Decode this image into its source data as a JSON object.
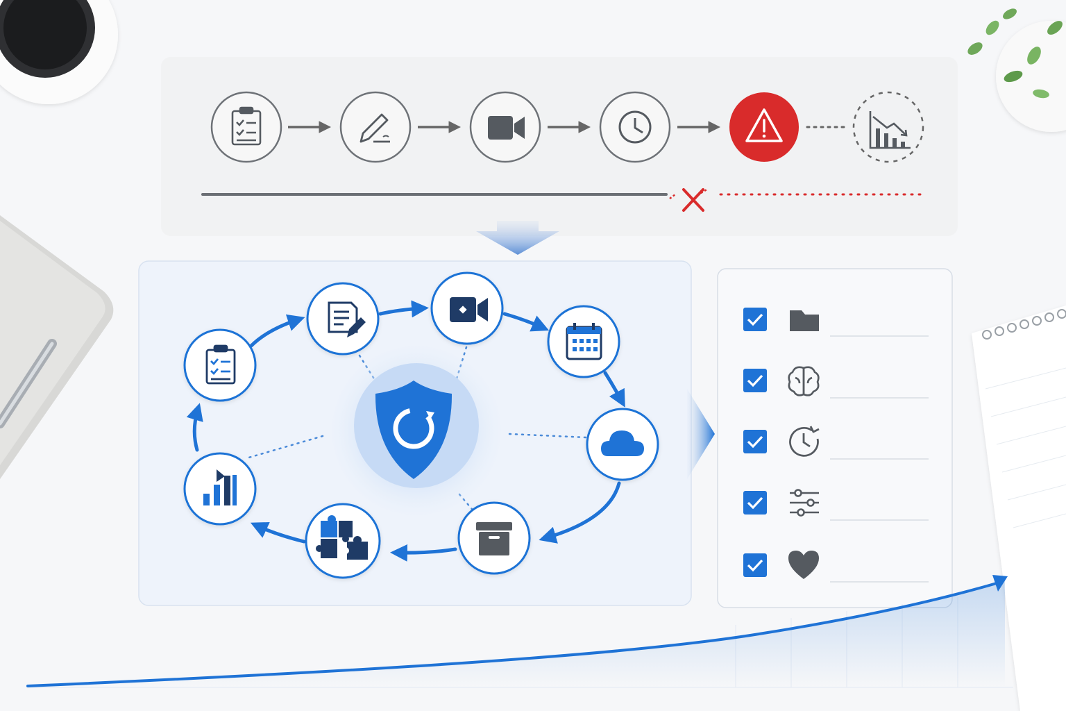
{
  "colors": {
    "primary_blue": "#1f73d6",
    "dark_navy": "#1f3b66",
    "warning_red": "#d92b2b",
    "gray_icon": "#555a60",
    "panel_bg": "#eef3fb",
    "check_blue": "#1f73d6"
  },
  "top_flow": {
    "steps": [
      {
        "icon": "clipboard-checklist-icon",
        "state": "done"
      },
      {
        "icon": "pencil-edit-icon",
        "state": "done"
      },
      {
        "icon": "video-camera-icon",
        "state": "done"
      },
      {
        "icon": "clock-icon",
        "state": "done"
      },
      {
        "icon": "warning-triangle-icon",
        "state": "alert"
      },
      {
        "icon": "declining-chart-icon",
        "state": "pending"
      }
    ],
    "progress_break_icon": "red-x-icon"
  },
  "cycle": {
    "center_icon": "shield-refresh-icon",
    "nodes": [
      {
        "icon": "clipboard-checklist-icon"
      },
      {
        "icon": "document-pencil-icon"
      },
      {
        "icon": "video-camera-icon"
      },
      {
        "icon": "calendar-icon"
      },
      {
        "icon": "cloud-icon"
      },
      {
        "icon": "archive-box-icon"
      },
      {
        "icon": "puzzle-pieces-icon"
      },
      {
        "icon": "bar-chart-icon"
      }
    ]
  },
  "checklist": {
    "items": [
      {
        "checked": true,
        "icon": "folder-icon"
      },
      {
        "checked": true,
        "icon": "brain-icon"
      },
      {
        "checked": true,
        "icon": "clock-refresh-icon"
      },
      {
        "checked": true,
        "icon": "sliders-icon"
      },
      {
        "checked": true,
        "icon": "heart-icon"
      }
    ]
  },
  "growth_curve": {
    "icon": "growth-arrow-icon"
  }
}
